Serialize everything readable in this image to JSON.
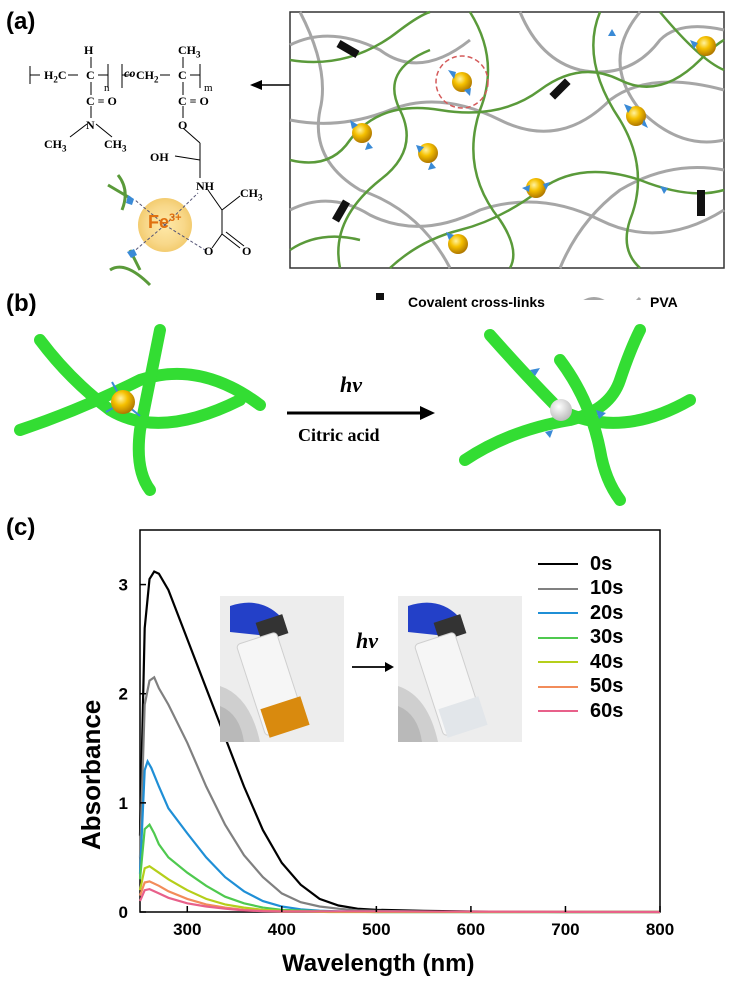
{
  "panel_labels": {
    "a": "(a)",
    "b": "(b)",
    "c": "(c)"
  },
  "panel_a": {
    "chem": {
      "h_top": "H",
      "ch3_top": "CH",
      "ch3_top_sub": "3",
      "backbone_left": "H",
      "backbone_left_sub": "2",
      "backbone_c": "C",
      "co": "co",
      "n": "n",
      "m": "m",
      "backbone_right": "CH",
      "backbone_right_sub": "2",
      "backbone_c2": "C",
      "carbonyl": "C = O",
      "carbonyl2": "C",
      "o_eq": "O",
      "n_amide": "N",
      "ch3_left": "CH",
      "ch3_left_sub": "3",
      "ch3_right": "CH",
      "ch3_right_sub": "3",
      "o_ester": "O",
      "oh": "OH",
      "nh": "NH",
      "ch3_ala": "CH",
      "ch3_ala_sub": "3",
      "o_minus": "O",
      "o_double": "O",
      "fe": "Fe",
      "fe_sup": "3+"
    },
    "legend": {
      "crosslink": "Covalent cross-links",
      "pva": "PVA"
    }
  },
  "panel_b": {
    "hv": "hv",
    "citric": "Citric acid"
  },
  "panel_c": {
    "inset_hv": "hv",
    "chart_data": {
      "type": "line",
      "xlabel": "Wavelength (nm)",
      "ylabel": "Absorbance",
      "xlim": [
        250,
        800
      ],
      "ylim": [
        0,
        3.5
      ],
      "xticks": [
        300,
        400,
        500,
        600,
        700,
        800
      ],
      "yticks": [
        0,
        1,
        2,
        3
      ],
      "grid": false,
      "legend_position": "top-right",
      "series": [
        {
          "name": "0s",
          "color": "#000000",
          "x": [
            250,
            255,
            260,
            265,
            270,
            280,
            300,
            320,
            340,
            360,
            380,
            400,
            420,
            440,
            460,
            480,
            500,
            550,
            600,
            700,
            800
          ],
          "y": [
            0.7,
            2.6,
            3.05,
            3.12,
            3.1,
            2.95,
            2.5,
            2.05,
            1.6,
            1.15,
            0.75,
            0.45,
            0.25,
            0.12,
            0.06,
            0.03,
            0.02,
            0.01,
            0.005,
            0,
            0
          ]
        },
        {
          "name": "10s",
          "color": "#808080",
          "x": [
            250,
            255,
            260,
            265,
            270,
            280,
            300,
            320,
            340,
            360,
            380,
            400,
            420,
            440,
            460,
            480,
            500,
            600,
            800
          ],
          "y": [
            0.5,
            1.9,
            2.12,
            2.15,
            2.05,
            1.9,
            1.55,
            1.15,
            0.8,
            0.52,
            0.32,
            0.17,
            0.09,
            0.05,
            0.03,
            0.015,
            0.01,
            0,
            0
          ]
        },
        {
          "name": "20s",
          "color": "#1f8fd6",
          "x": [
            250,
            255,
            258,
            262,
            270,
            280,
            300,
            320,
            340,
            360,
            380,
            400,
            420,
            440,
            460,
            500,
            600,
            800
          ],
          "y": [
            0.35,
            1.3,
            1.38,
            1.32,
            1.15,
            0.95,
            0.72,
            0.5,
            0.32,
            0.19,
            0.1,
            0.05,
            0.025,
            0.012,
            0.006,
            0,
            0,
            0
          ]
        },
        {
          "name": "30s",
          "color": "#4fc94f",
          "x": [
            250,
            255,
            260,
            265,
            270,
            280,
            300,
            320,
            340,
            360,
            380,
            400,
            450,
            500,
            800
          ],
          "y": [
            0.3,
            0.76,
            0.8,
            0.72,
            0.62,
            0.5,
            0.36,
            0.24,
            0.14,
            0.08,
            0.04,
            0.02,
            0.005,
            0,
            0
          ]
        },
        {
          "name": "40s",
          "color": "#b5cf1a",
          "x": [
            250,
            255,
            260,
            270,
            280,
            300,
            320,
            340,
            360,
            380,
            400,
            450,
            800
          ],
          "y": [
            0.2,
            0.4,
            0.42,
            0.36,
            0.3,
            0.2,
            0.12,
            0.07,
            0.04,
            0.02,
            0.01,
            0,
            0
          ]
        },
        {
          "name": "50s",
          "color": "#f28c5a",
          "x": [
            250,
            255,
            260,
            270,
            280,
            300,
            320,
            340,
            360,
            380,
            400,
            800
          ],
          "y": [
            0.15,
            0.27,
            0.28,
            0.24,
            0.19,
            0.12,
            0.07,
            0.04,
            0.02,
            0.01,
            0.005,
            0
          ]
        },
        {
          "name": "60s",
          "color": "#e8608a",
          "x": [
            250,
            255,
            260,
            270,
            280,
            300,
            320,
            340,
            360,
            380,
            800
          ],
          "y": [
            0.1,
            0.2,
            0.21,
            0.17,
            0.13,
            0.08,
            0.05,
            0.03,
            0.015,
            0.007,
            0
          ]
        }
      ]
    }
  },
  "colors": {
    "green_chain": "#5a9a3a",
    "gray_chain": "#a0a0a0",
    "fe_gold": "#f0b400",
    "ligand_blue": "#3a8ad6",
    "tube_green": "#33dd33"
  }
}
